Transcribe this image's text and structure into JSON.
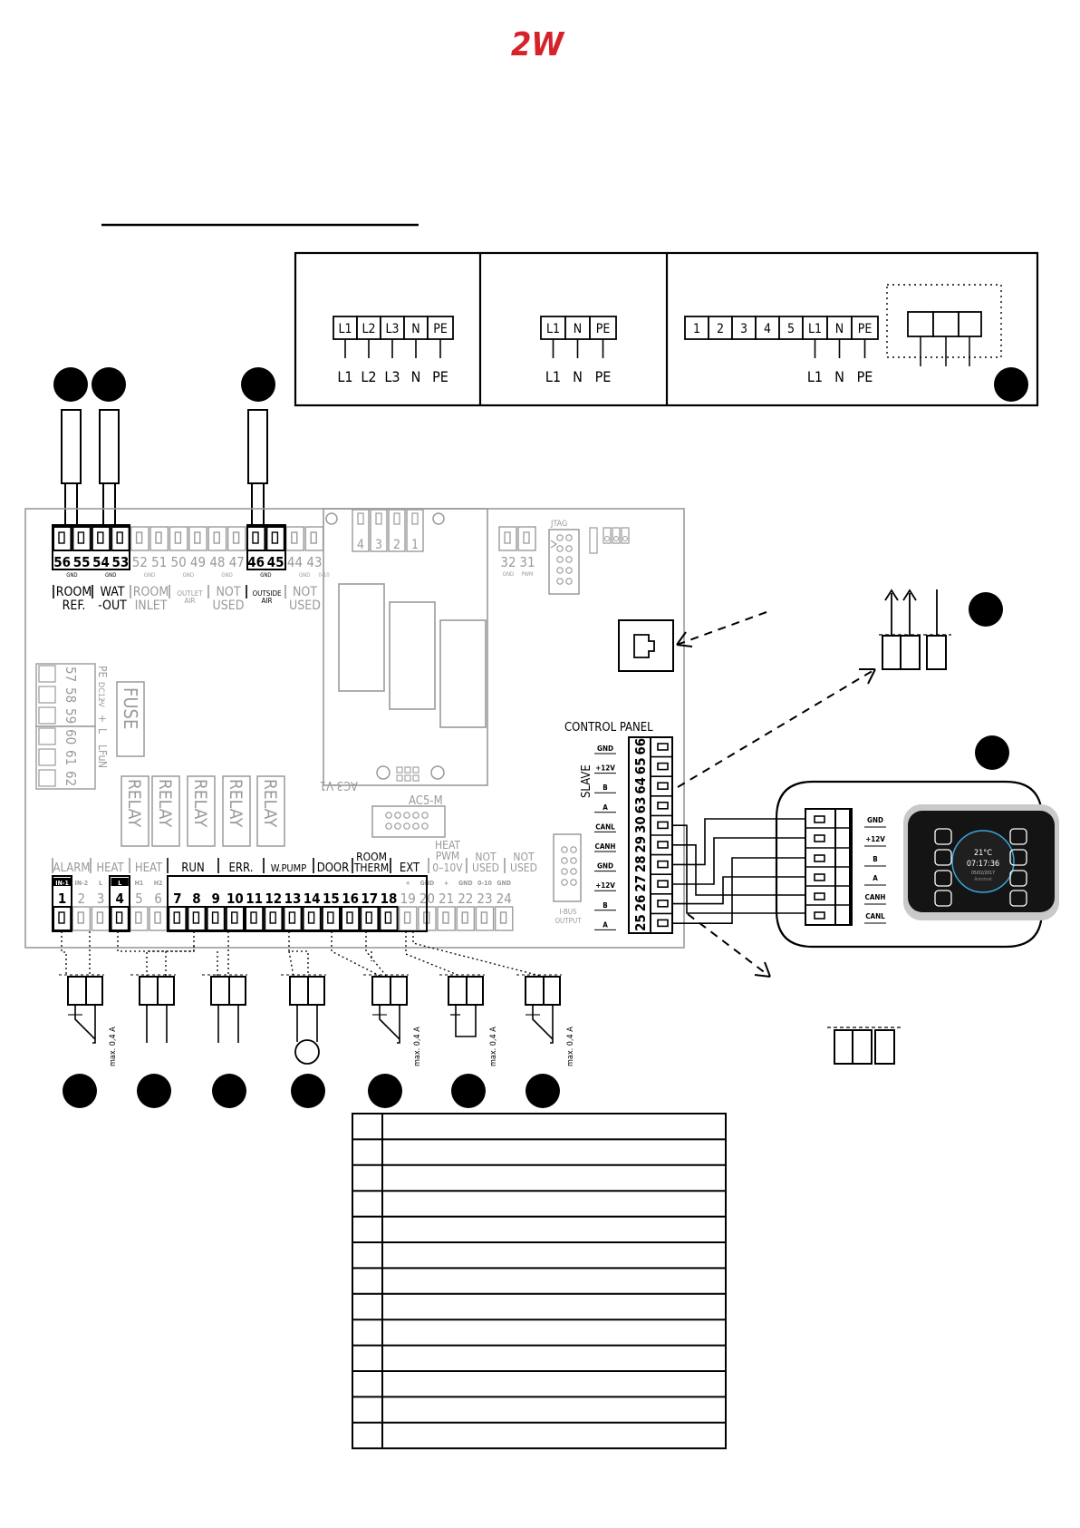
{
  "logo": {
    "text": "2W",
    "color_two": "#d6222b",
    "color_w": "#2aa3d8"
  },
  "colors": {
    "ink": "#000000",
    "faded": "#9a9a9a",
    "board": "#9a9a9a"
  },
  "power": {
    "three_phase": {
      "terminals": [
        "L1",
        "L2",
        "L3",
        "N",
        "PE"
      ],
      "wires": [
        "L1",
        "L2",
        "L3",
        "N",
        "PE"
      ]
    },
    "single_phase": {
      "terminals": [
        "L1",
        "N",
        "PE"
      ],
      "wires": [
        "L1",
        "N",
        "PE"
      ]
    },
    "heater": {
      "terminals": [
        "1",
        "2",
        "3",
        "4",
        "5",
        "L1",
        "N",
        "PE"
      ],
      "wires": [
        "L1",
        "N",
        "PE"
      ]
    }
  },
  "top_connectors": [
    {
      "num": "56",
      "sub": "GND",
      "on": true
    },
    {
      "num": "55",
      "sub": "",
      "on": true
    },
    {
      "num": "54",
      "sub": "GND",
      "on": true
    },
    {
      "num": "53",
      "sub": "",
      "on": true
    },
    {
      "num": "52",
      "sub": "GND",
      "on": false
    },
    {
      "num": "51",
      "sub": "",
      "on": false
    },
    {
      "num": "50",
      "sub": "GND",
      "on": false
    },
    {
      "num": "49",
      "sub": "",
      "on": false
    },
    {
      "num": "48",
      "sub": "GND",
      "on": false
    },
    {
      "num": "47",
      "sub": "",
      "on": false
    },
    {
      "num": "46",
      "sub": "GND",
      "on": true
    },
    {
      "num": "45",
      "sub": "",
      "on": true
    },
    {
      "num": "44",
      "sub": "GND",
      "on": false
    },
    {
      "num": "43",
      "sub": "0-10",
      "on": false
    }
  ],
  "top_groups": [
    {
      "l1": "ROOM",
      "l2": "REF.",
      "on": true
    },
    {
      "l1": "WAT",
      "l2": "-OUT",
      "on": true
    },
    {
      "l1": "ROOM",
      "l2": "INLET",
      "on": false
    },
    {
      "l1": "OUTLET",
      "l2": "AIR",
      "on": false
    },
    {
      "l1": "NOT",
      "l2": "USED",
      "on": false
    },
    {
      "l1": "OUTSIDE",
      "l2": "AIR",
      "on": true
    },
    {
      "l1": "NOT",
      "l2": "USED",
      "on": false
    }
  ],
  "top_right_connectors": [
    {
      "num": "32",
      "sub": "GND"
    },
    {
      "num": "31",
      "sub": "PWM"
    }
  ],
  "relay_connector": [
    "4",
    "3",
    "2",
    "1"
  ],
  "left_power": {
    "upper": [
      "57",
      "58",
      "59"
    ],
    "upper_label": [
      "PE",
      "DC12V",
      "–",
      "+"
    ],
    "lower": [
      "60",
      "61",
      "62"
    ],
    "lower_label": [
      "L",
      "LFu",
      "N"
    ]
  },
  "fuse": "FUSE",
  "relay": "RELAY",
  "jtag": "JTAG",
  "board_id": "AC3-V1",
  "acs": "AC5-M",
  "control_panel": {
    "title": "CONTROL PANEL",
    "slave": "SLAVE",
    "rows": [
      {
        "num": "66",
        "label": "GND"
      },
      {
        "num": "65",
        "label": "+12V"
      },
      {
        "num": "64",
        "label": "B"
      },
      {
        "num": "63",
        "label": "A"
      },
      {
        "num": "30",
        "label": "CANL"
      },
      {
        "num": "29",
        "label": "CANH"
      },
      {
        "num": "28",
        "label": "GND"
      },
      {
        "num": "27",
        "label": "+12V"
      },
      {
        "num": "26",
        "label": "B"
      },
      {
        "num": "25",
        "label": "A"
      }
    ]
  },
  "ibus": {
    "l1": "I-BUS",
    "l2": "OUTPUT"
  },
  "bottom_connectors": [
    {
      "num": "1",
      "sub": "IN-1",
      "on": true
    },
    {
      "num": "2",
      "sub": "IN-2",
      "on": false
    },
    {
      "num": "3",
      "sub": "L",
      "on": false
    },
    {
      "num": "4",
      "sub": "L",
      "on": true
    },
    {
      "num": "5",
      "sub": "H1",
      "on": false
    },
    {
      "num": "6",
      "sub": "H2",
      "on": false
    },
    {
      "num": "7",
      "sub": "",
      "on": true
    },
    {
      "num": "8",
      "sub": "",
      "on": true
    },
    {
      "num": "9",
      "sub": "",
      "on": true
    },
    {
      "num": "10",
      "sub": "",
      "on": true
    },
    {
      "num": "11",
      "sub": "",
      "on": true
    },
    {
      "num": "12",
      "sub": "",
      "on": true
    },
    {
      "num": "13",
      "sub": "",
      "on": true
    },
    {
      "num": "14",
      "sub": "",
      "on": true
    },
    {
      "num": "15",
      "sub": "",
      "on": true
    },
    {
      "num": "16",
      "sub": "",
      "on": true
    },
    {
      "num": "17",
      "sub": "",
      "on": true
    },
    {
      "num": "18",
      "sub": "",
      "on": true
    },
    {
      "num": "19",
      "sub": "+",
      "on": false
    },
    {
      "num": "20",
      "sub": "GND",
      "on": false
    },
    {
      "num": "21",
      "sub": "+",
      "on": false
    },
    {
      "num": "22",
      "sub": "GND",
      "on": false
    },
    {
      "num": "23",
      "sub": "0-10",
      "on": false
    },
    {
      "num": "24",
      "sub": "GND",
      "on": false
    }
  ],
  "bottom_groups": [
    {
      "l1": "ALARM",
      "l2": "",
      "on": false
    },
    {
      "l1": "HEAT",
      "l2": "",
      "on": false
    },
    {
      "l1": "HEAT",
      "l2": "",
      "on": false
    },
    {
      "l1": "RUN",
      "l2": "",
      "on": true
    },
    {
      "l1": "ERR.",
      "l2": "",
      "on": true
    },
    {
      "l1": "W.PUMP",
      "l2": "",
      "on": true
    },
    {
      "l1": "DOOR",
      "l2": "",
      "on": true
    },
    {
      "l1": "ROOM",
      "l2": "THERM",
      "on": true
    },
    {
      "l1": "EXT",
      "l2": "",
      "on": true
    },
    {
      "l1": "HEAT",
      "l2": "PWM",
      "l3": "0–10V",
      "on": false
    },
    {
      "l1": "NOT",
      "l2": "USED",
      "on": false
    },
    {
      "l1": "NOT",
      "l2": "USED",
      "on": false
    }
  ],
  "load_label": "max. 0,4 A",
  "panel_device": {
    "labels": [
      "GND",
      "+12V",
      "B",
      "A",
      "CANH",
      "CANL"
    ],
    "temp": "21°C",
    "time": "07:17:36",
    "date": "05/02/2017",
    "mode": "Automat"
  },
  "legend_rows": 13
}
